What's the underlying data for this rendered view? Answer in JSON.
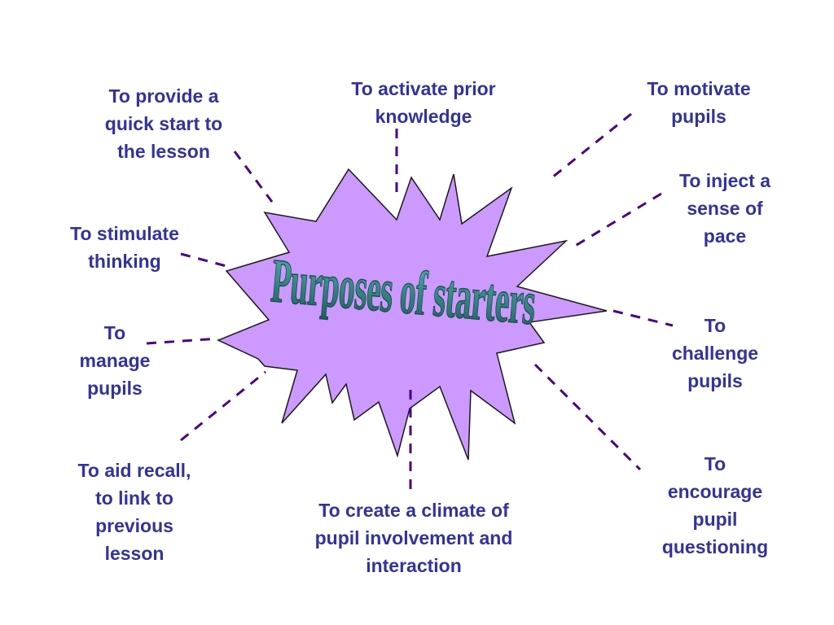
{
  "diagram": {
    "title": "Purposes of starters",
    "colors": {
      "burst_fill": "#cc99ff",
      "burst_stroke": "#1a1a1a",
      "connector": "#4b0082",
      "label_text": "#333399",
      "title_gradient_top": "#4fb3b0",
      "title_gradient_bottom": "#1e5c5c"
    },
    "labels": {
      "quick_start": "To provide a\nquick start to\nthe lesson",
      "prior_knowledge": "To activate prior\nknowledge",
      "motivate": "To motivate\npupils",
      "pace": "To inject a\nsense of\npace",
      "stimulate": "To stimulate\nthinking",
      "manage": "To\nmanage\npupils",
      "challenge": "To\nchallenge\npupils",
      "recall": "To aid recall,\nto link to\nprevious\nlesson",
      "climate": "To create a climate of\npupil involvement and\ninteraction",
      "questioning": "To\nencourage\npupil\nquestioning"
    }
  }
}
